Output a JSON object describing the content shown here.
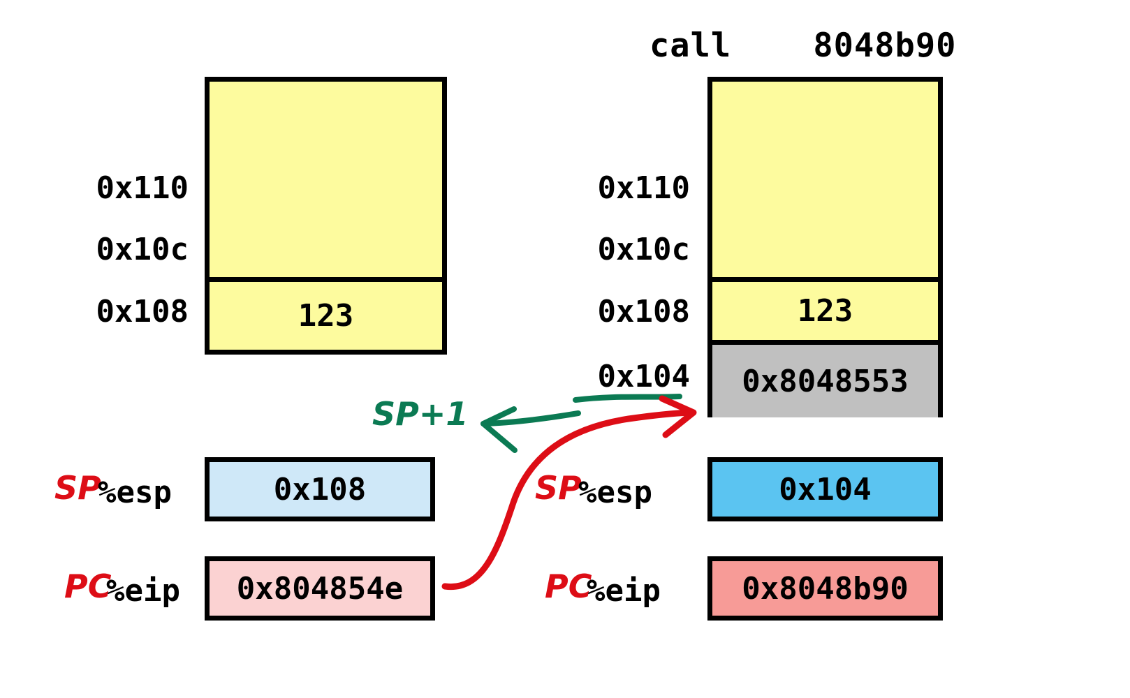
{
  "title": {
    "instruction": "call",
    "target": "8048b90",
    "full": "call    8048b90"
  },
  "colors": {
    "stack_fill": "#fdfb9e",
    "return_addr_fill": "#c0c0c0",
    "esp_before_fill": "#cfe8f8",
    "esp_after_fill": "#5bc4f1",
    "eip_before_fill": "#fbd2d2",
    "eip_after_fill": "#f79b97",
    "annotation_red": "#dd0d16",
    "annotation_green": "#0b7a53",
    "outline": "#000000"
  },
  "before": {
    "addresses": [
      {
        "label": "0x110"
      },
      {
        "label": "0x10c"
      },
      {
        "label": "0x108"
      }
    ],
    "cells": [
      {
        "value": ""
      },
      {
        "value": "123"
      }
    ],
    "registers": [
      {
        "hand_label": "SP",
        "name": "%esp",
        "value": "0x108"
      },
      {
        "hand_label": "PC",
        "name": "%eip",
        "value": "0x804854e"
      }
    ]
  },
  "after": {
    "addresses": [
      {
        "label": "0x110"
      },
      {
        "label": "0x10c"
      },
      {
        "label": "0x108"
      },
      {
        "label": "0x104"
      }
    ],
    "cells": [
      {
        "value": ""
      },
      {
        "value": "123"
      },
      {
        "value": "0x8048553"
      }
    ],
    "registers": [
      {
        "hand_label": "SP",
        "name": "%esp",
        "value": "0x104"
      },
      {
        "hand_label": "PC",
        "name": "%eip",
        "value": "0x8048b90"
      }
    ]
  },
  "annotations": {
    "sp_decrement": "SP+1"
  }
}
